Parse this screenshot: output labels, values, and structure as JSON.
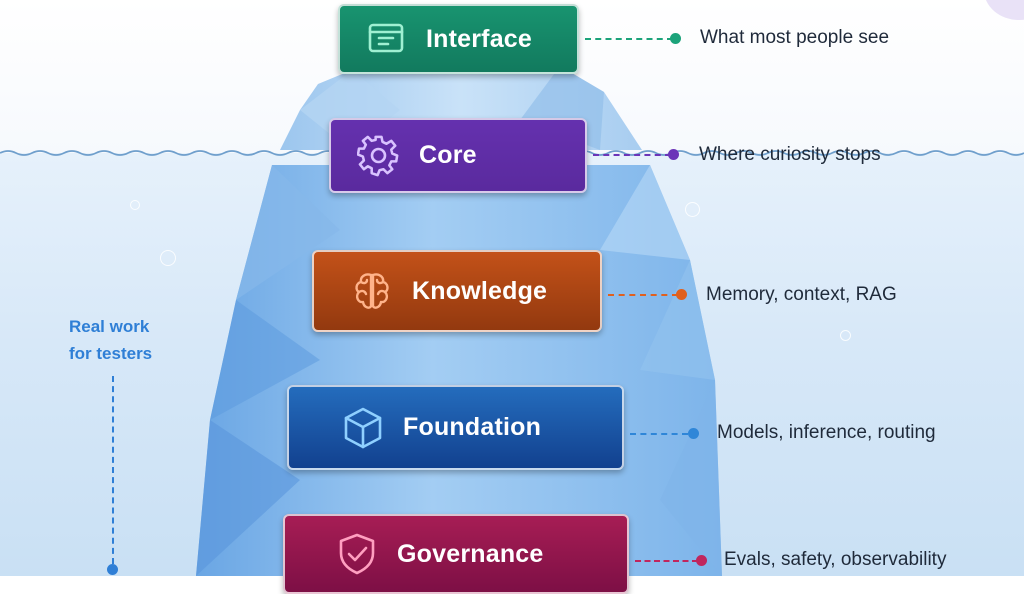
{
  "diagram": {
    "layers": [
      {
        "label": "Interface",
        "icon": "monitor-icon",
        "note": "What most people see",
        "color": "#127a5e",
        "accent": "#1ca37a"
      },
      {
        "label": "Core",
        "icon": "gear-icon",
        "note": "Where curiosity stops",
        "color": "#5a2a9e",
        "accent": "#6b35b8"
      },
      {
        "label": "Knowledge",
        "icon": "brain-icon",
        "note": "Memory, context, RAG",
        "color": "#93390f",
        "accent": "#e0601e"
      },
      {
        "label": "Foundation",
        "icon": "cube-icon",
        "note": "Models, inference, routing",
        "color": "#12418f",
        "accent": "#2f86d8"
      },
      {
        "label": "Governance",
        "icon": "shield-check-icon",
        "note": "Evals, safety, observability",
        "color": "#7d0f45",
        "accent": "#c0265e"
      }
    ],
    "side_label_line1": "Real work",
    "side_label_line2": "for testers",
    "side_label_color": "#2f7fd6"
  }
}
